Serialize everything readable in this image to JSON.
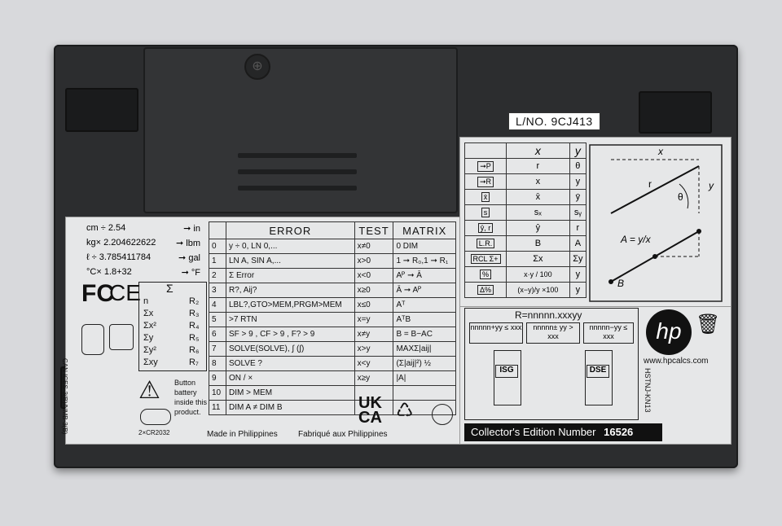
{
  "lot_number": "L/NO. 9CJ413",
  "conversions": [
    {
      "left": "cm ÷ 2.54",
      "right": "➞ in"
    },
    {
      "left": "kg× 2.204622622",
      "right": "➞ lbm"
    },
    {
      "left": "ℓ ÷ 3.785411784",
      "right": "➞ gal"
    },
    {
      "left": "°C× 1.8+32",
      "right": "➞ °F"
    }
  ],
  "compliance_text": "CAN ICES-3(B)/NMB-3(B)",
  "sigma_table": {
    "header": "Σ",
    "rows": [
      {
        "sym": "n",
        "reg": "R₂"
      },
      {
        "sym": "Σx",
        "reg": "R₃"
      },
      {
        "sym": "Σx²",
        "reg": "R₄"
      },
      {
        "sym": "Σy",
        "reg": "R₅"
      },
      {
        "sym": "Σy²",
        "reg": "R₆"
      },
      {
        "sym": "Σxy",
        "reg": "R₇"
      }
    ]
  },
  "battery_warning": "Button battery inside this product.",
  "battery_type": "2×CR2032",
  "error_table": {
    "headers": [
      "ERROR",
      "TEST",
      "MATRIX"
    ],
    "rows": [
      {
        "n": "0",
        "error": "y ÷ 0, LN 0,...",
        "test": "x≠0",
        "matrix": "0 DIM"
      },
      {
        "n": "1",
        "error": "LN A, SIN A,...",
        "test": "x>0",
        "matrix": "1 ➞ R₀,1 ➞ R₁"
      },
      {
        "n": "2",
        "error": "Σ Error",
        "test": "x<0",
        "matrix": "Aᴾ ➞ Ā"
      },
      {
        "n": "3",
        "error": "R?, Aij?",
        "test": "x≥0",
        "matrix": "Ā ➞ Aᴾ"
      },
      {
        "n": "4",
        "error": "LBL?,GTO>MEM,PRGM>MEM",
        "test": "x≤0",
        "matrix": "Aᵀ"
      },
      {
        "n": "5",
        "error": ">7 RTN",
        "test": "x=y",
        "matrix": "AᵀB"
      },
      {
        "n": "6",
        "error": "SF > 9 , CF > 9 , F? > 9",
        "test": "x≠y",
        "matrix": "B = B−AC"
      },
      {
        "n": "7",
        "error": "SOLVE(SOLVE), ∫ (∫)",
        "test": "x>y",
        "matrix": "MAXΣ|aij|"
      },
      {
        "n": "8",
        "error": "SOLVE ?",
        "test": "x<y",
        "matrix": "(Σ|aij|²) ½"
      },
      {
        "n": "9",
        "error": "ON / ×",
        "test": "x≥y",
        "matrix": "|A|"
      },
      {
        "n": "10",
        "error": "DIM > MEM",
        "test": "",
        "matrix": ""
      },
      {
        "n": "11",
        "error": "DIM A ≠ DIM B",
        "test": "",
        "matrix": ""
      }
    ]
  },
  "made_in": "Made in Philippines",
  "fabrique": "Fabriqué aux Philippines",
  "ukca": "UK CA",
  "xy_table": {
    "headers": [
      "",
      "x",
      "y"
    ],
    "rows": [
      {
        "key": "➞P",
        "x": "r",
        "y": "θ"
      },
      {
        "key": "➞R",
        "x": "x",
        "y": "y"
      },
      {
        "key": "x̄",
        "x": "x̄",
        "y": "ȳ"
      },
      {
        "key": "s",
        "x": "sₓ",
        "y": "sᵧ"
      },
      {
        "key": "ŷ, r",
        "x": "ŷ",
        "y": "r"
      },
      {
        "key": "L.R.",
        "x": "B",
        "y": "A"
      },
      {
        "key": "RCL Σ+",
        "x": "Σx",
        "y": "Σy"
      },
      {
        "key": "%",
        "x": "x·y / 100",
        "y": "y"
      },
      {
        "key": "Δ%",
        "x": "(x−y)/y ×100",
        "y": "y"
      }
    ]
  },
  "graph_labels": {
    "x": "x",
    "y": "y",
    "r": "r",
    "theta": "θ",
    "formula": "A = y/x",
    "b": "B"
  },
  "rounding_header": "R=nnnnn.xxxyy",
  "rounding_boxes": [
    "nnnnn+yy ≤ xxx",
    "nnnnn± yy > xxx",
    "nnnnn−yy ≤ xxx"
  ],
  "isg": "ISG",
  "dse": "DSE",
  "website": "www.hpcalcs.com",
  "model_code": "HSTNJ-KN13",
  "collectors_label": "Collector's Edition Number",
  "edition_number": "16526",
  "hp": "hp"
}
